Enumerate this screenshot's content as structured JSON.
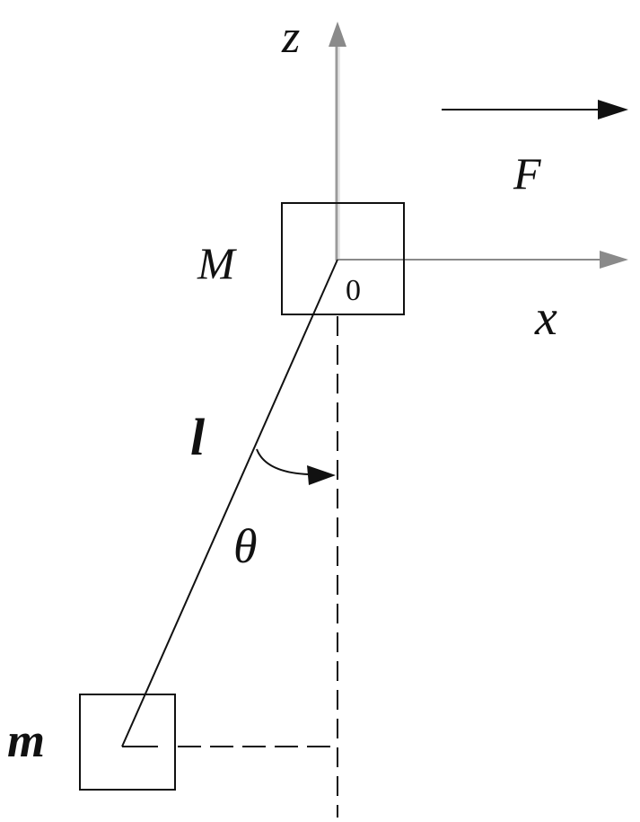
{
  "diagram": {
    "labels": {
      "z_axis": "z",
      "x_axis": "x",
      "force": "F",
      "cart_mass": "M",
      "pendulum_mass": "m",
      "origin": "0",
      "length": "l",
      "angle": "θ"
    },
    "colors": {
      "axis": "#8a8a8a",
      "line": "#111111",
      "background": "#ffffff"
    },
    "icons": {
      "z_axis_arrowhead": "arrow-up-icon",
      "x_axis_arrowhead": "arrow-right-icon",
      "force_arrowhead": "arrow-right-icon",
      "angle_arrowhead": "arrow-right-icon"
    }
  }
}
